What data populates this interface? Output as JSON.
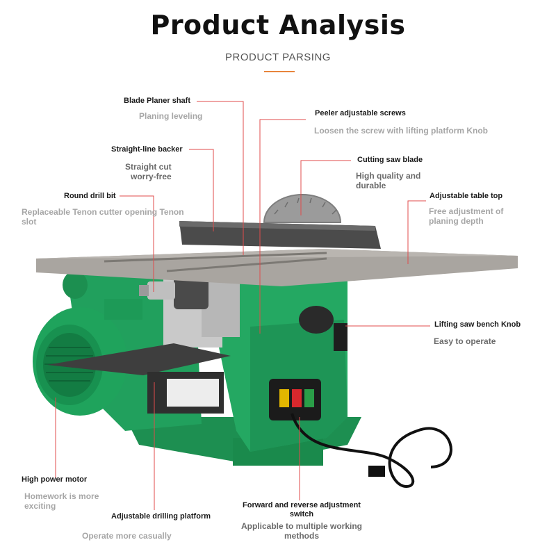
{
  "header": {
    "title": "Product Analysis",
    "subtitle": "PRODUCT PARSING"
  },
  "colors": {
    "accent": "#e8843c",
    "callout_line": "#e04b4b",
    "machine_green": "#1f9c5a",
    "table_steel": "#a7a39d"
  },
  "callouts": {
    "blade_planer_shaft": {
      "label": "Blade Planer shaft",
      "desc": "Planing leveling"
    },
    "peeler_screws": {
      "label": "Peeler adjustable screws",
      "desc": "Loosen the screw with lifting platform Knob"
    },
    "straight_backer": {
      "label": "Straight-line backer",
      "desc_line1": "Straight cut",
      "desc_line2": "worry-free"
    },
    "cutting_saw_blade": {
      "label": "Cutting saw blade",
      "desc_line1": "High quality and",
      "desc_line2": "durable"
    },
    "round_drill_bit": {
      "label": "Round drill bit",
      "desc_line1": "Replaceable Tenon cutter opening Tenon",
      "desc_line2": "slot"
    },
    "adjustable_table_top": {
      "label": "Adjustable table top",
      "desc_line1": "Free adjustment of",
      "desc_line2": "planing depth"
    },
    "lifting_knob": {
      "label": "Lifting saw bench Knob",
      "desc": "Easy to operate"
    },
    "motor": {
      "label": "High power motor",
      "desc_line1": "Homework is more",
      "desc_line2": "exciting"
    },
    "drilling_platform": {
      "label": "Adjustable drilling platform",
      "desc": "Operate more casually"
    },
    "switch": {
      "label_line1": "Forward and reverse adjustment",
      "label_line2": "switch",
      "desc_line1": "Applicable to multiple working",
      "desc_line2": "methods"
    }
  }
}
